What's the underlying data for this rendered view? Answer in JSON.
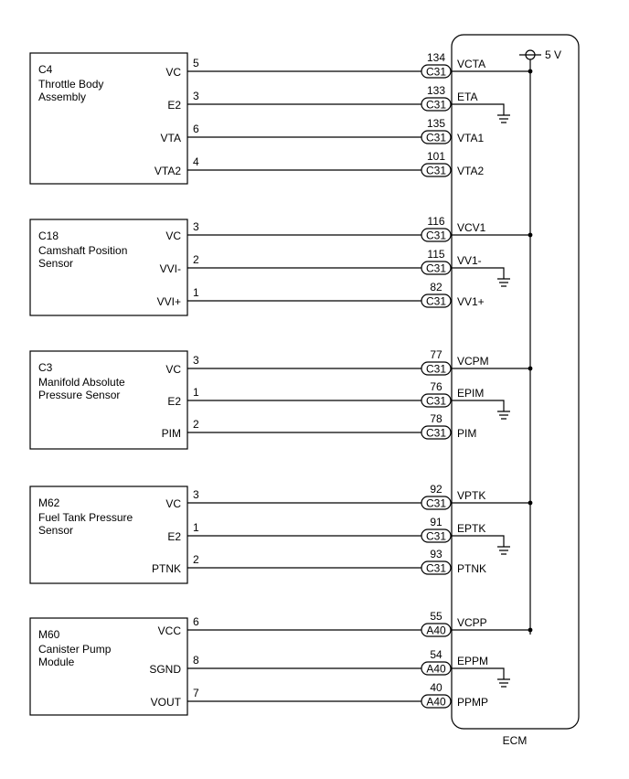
{
  "ecm": {
    "label": "ECM",
    "supply_label": "5 V"
  },
  "components": [
    {
      "id": "C4",
      "name_lines": [
        "Throttle Body",
        "Assembly"
      ],
      "pins": [
        {
          "label": "VC",
          "pin": "5",
          "connector": "C31",
          "ecm_pin": "134",
          "ecm_term": "VCTA",
          "kind": "supply"
        },
        {
          "label": "E2",
          "pin": "3",
          "connector": "C31",
          "ecm_pin": "133",
          "ecm_term": "ETA",
          "kind": "ground"
        },
        {
          "label": "VTA",
          "pin": "6",
          "connector": "C31",
          "ecm_pin": "135",
          "ecm_term": "VTA1",
          "kind": "signal"
        },
        {
          "label": "VTA2",
          "pin": "4",
          "connector": "C31",
          "ecm_pin": "101",
          "ecm_term": "VTA2",
          "kind": "signal"
        }
      ]
    },
    {
      "id": "C18",
      "name_lines": [
        "Camshaft Position",
        "Sensor"
      ],
      "pins": [
        {
          "label": "VC",
          "pin": "3",
          "connector": "C31",
          "ecm_pin": "116",
          "ecm_term": "VCV1",
          "kind": "supply"
        },
        {
          "label": "VVI-",
          "pin": "2",
          "connector": "C31",
          "ecm_pin": "115",
          "ecm_term": "VV1-",
          "kind": "ground"
        },
        {
          "label": "VVI+",
          "pin": "1",
          "connector": "C31",
          "ecm_pin": "82",
          "ecm_term": "VV1+",
          "kind": "signal"
        }
      ]
    },
    {
      "id": "C3",
      "name_lines": [
        "Manifold Absolute",
        "Pressure Sensor"
      ],
      "pins": [
        {
          "label": "VC",
          "pin": "3",
          "connector": "C31",
          "ecm_pin": "77",
          "ecm_term": "VCPM",
          "kind": "supply"
        },
        {
          "label": "E2",
          "pin": "1",
          "connector": "C31",
          "ecm_pin": "76",
          "ecm_term": "EPIM",
          "kind": "ground"
        },
        {
          "label": "PIM",
          "pin": "2",
          "connector": "C31",
          "ecm_pin": "78",
          "ecm_term": "PIM",
          "kind": "signal"
        }
      ]
    },
    {
      "id": "M62",
      "name_lines": [
        "Fuel Tank Pressure",
        "Sensor"
      ],
      "pins": [
        {
          "label": "VC",
          "pin": "3",
          "connector": "C31",
          "ecm_pin": "92",
          "ecm_term": "VPTK",
          "kind": "supply"
        },
        {
          "label": "E2",
          "pin": "1",
          "connector": "C31",
          "ecm_pin": "91",
          "ecm_term": "EPTK",
          "kind": "ground"
        },
        {
          "label": "PTNK",
          "pin": "2",
          "connector": "C31",
          "ecm_pin": "93",
          "ecm_term": "PTNK",
          "kind": "signal"
        }
      ]
    },
    {
      "id": "M60",
      "name_lines": [
        "Canister Pump",
        "Module"
      ],
      "pins": [
        {
          "label": "VCC",
          "pin": "6",
          "connector": "A40",
          "ecm_pin": "55",
          "ecm_term": "VCPP",
          "kind": "supply"
        },
        {
          "label": "SGND",
          "pin": "8",
          "connector": "A40",
          "ecm_pin": "54",
          "ecm_term": "EPPM",
          "kind": "ground"
        },
        {
          "label": "VOUT",
          "pin": "7",
          "connector": "A40",
          "ecm_pin": "40",
          "ecm_term": "PPMP",
          "kind": "signal"
        }
      ]
    }
  ]
}
